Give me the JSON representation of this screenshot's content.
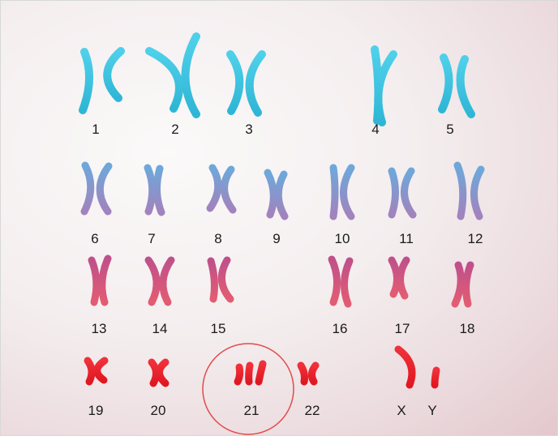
{
  "labels": {
    "c1": "1",
    "c2": "2",
    "c3": "3",
    "c4": "4",
    "c5": "5",
    "c6": "6",
    "c7": "7",
    "c8": "8",
    "c9": "9",
    "c10": "10",
    "c11": "11",
    "c12": "12",
    "c13": "13",
    "c14": "14",
    "c15": "15",
    "c16": "16",
    "c17": "17",
    "c18": "18",
    "c19": "19",
    "c20": "20",
    "c21": "21",
    "c22": "22",
    "cx": "X",
    "cy": "Y"
  },
  "colors": {
    "row1": "#3cc3de",
    "row2_top": "#6fa6d8",
    "row2_bottom": "#9a86c0",
    "row3": "#d8567a",
    "row4": "#e8202c",
    "highlight_circle": "#e24a4a"
  }
}
